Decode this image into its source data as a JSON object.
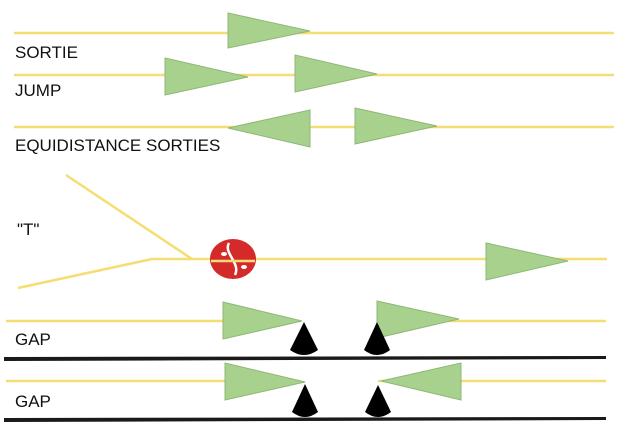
{
  "labels": {
    "sortie": "SORTIE",
    "jump": "JUMP",
    "equidistance": "EQUIDISTANCE SORTIES",
    "t": "\"T\"",
    "gap_1": "GAP",
    "gap_2": "GAP"
  },
  "colors": {
    "track": "#f5dd72",
    "arrow_fill": "#a9d18e",
    "arrow_stroke": "#8fb874",
    "cone": "#000000",
    "ground": "#1a1a1a",
    "marker": "#d42a2a"
  },
  "icons": {
    "arrow": "green-triangle-arrow-icon",
    "cone": "black-cone-icon",
    "marker": "red-beans-marker-icon"
  }
}
